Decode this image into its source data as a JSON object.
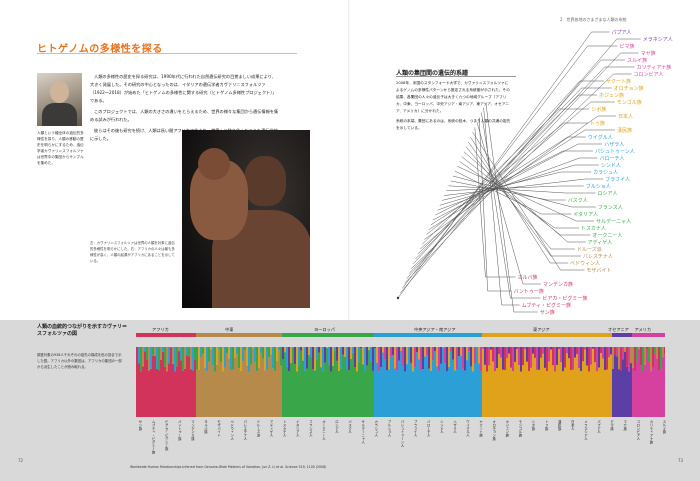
{
  "left_page": {
    "section_title": "ヒトゲノムの多様性を探る",
    "portrait_caption": "人類という種全体の遺伝的多様性を探り、人類の移動の歴史を明らかにするため、遺伝学者カヴァリ＝スフォルツァは世界中の集団からサンプルを集めた。",
    "body_paragraphs": [
      "人類の多様性の歴史を探る研究は、1990年代に行われた自然遺伝研究の目覚ましい成果により、大きく発展した。その研究の中心となったのは、イタリアの遺伝学者カヴァリ＝スフォルツァ（1922〜2018）が始めた「ヒトゲノムの多様性に関する研究（ヒトゲノム多様性プロジェクト）」である。",
      "このプロジェクトでは、人類の大きさの違いをとらえるため、世界の様々な集団から遺伝情報を集める試みが行われた。",
      "彼らはその後も研究を続け、人類は長い間アフリカで生まれ、世界へと移り住んだことを遺伝学的に示した。"
    ],
    "photo_caption": "左：カヴァリ＝スフォルツァは世界の人類を対象に遺伝的多様性を明らかにした。右：アフリカの人々は最も多様性が高く、人類の起源がアフリカにあることを示している。",
    "page_number": "72"
  },
  "right_page": {
    "chapter_head": "2　世界各地のさまざまな人類の系統",
    "tree_title": "人類の集団間の遺伝的系譜",
    "tree_paragraphs": [
      "2008年、米国のスタンフォード大学で、カヴァリ＝スフォルツァによるゲノムの多様性パターンから推定される系統樹が示された。その結果、各集団の人々の遺伝子は大きく六つの地域グループ（アフリカ、中東、ヨーロッパ、中央アジア・南アジア、東アジア、オセアニア、アメリカ）に分かれた。",
      "系統の末端、集団にあるのは、系統の枝木、つまり人類の共通の祖先を示している。"
    ],
    "page_number": "73"
  },
  "tree_labels": [
    {
      "text": "パプア人",
      "color": "#8a3bb8"
    },
    {
      "text": "メラネシア人",
      "color": "#8a3bb8"
    },
    {
      "text": "ピマ族",
      "color": "#d6409f"
    },
    {
      "text": "マヤ族",
      "color": "#d6409f"
    },
    {
      "text": "スルイ族",
      "color": "#d6409f"
    },
    {
      "text": "カリティアナ族",
      "color": "#d6409f"
    },
    {
      "text": "コロンビア人",
      "color": "#d6409f"
    },
    {
      "text": "ヤクート族",
      "color": "#e0a21a"
    },
    {
      "text": "オロチョン族",
      "color": "#e0a21a"
    },
    {
      "text": "ホジェン族",
      "color": "#e0a21a"
    },
    {
      "text": "モンゴル族",
      "color": "#e0a21a"
    },
    {
      "text": "シボ族",
      "color": "#e0a21a"
    },
    {
      "text": "日本人",
      "color": "#e0a21a"
    },
    {
      "text": "トゥ族",
      "color": "#e0a21a"
    },
    {
      "text": "漢民族",
      "color": "#e0a21a"
    },
    {
      "text": "ウイグル人",
      "color": "#2b9fd6"
    },
    {
      "text": "ハザラ人",
      "color": "#2b9fd6"
    },
    {
      "text": "パシュトゥーン人",
      "color": "#2b9fd6"
    },
    {
      "text": "バローチ人",
      "color": "#2b9fd6"
    },
    {
      "text": "シンド人",
      "color": "#2b9fd6"
    },
    {
      "text": "カラシュ人",
      "color": "#2b9fd6"
    },
    {
      "text": "ブラフイ人",
      "color": "#2b9fd6"
    },
    {
      "text": "ブルショ人",
      "color": "#2b9fd6"
    },
    {
      "text": "ロシア人",
      "color": "#3aa64a"
    },
    {
      "text": "バスク人",
      "color": "#3aa64a"
    },
    {
      "text": "フランス人",
      "color": "#3aa64a"
    },
    {
      "text": "イタリア人",
      "color": "#3aa64a"
    },
    {
      "text": "サルデーニャ人",
      "color": "#3aa64a"
    },
    {
      "text": "トスカナ人",
      "color": "#3aa64a"
    },
    {
      "text": "オークニー人",
      "color": "#3aa64a"
    },
    {
      "text": "アディゲ人",
      "color": "#3aa64a"
    },
    {
      "text": "ドルーズ派",
      "color": "#b58a4a"
    },
    {
      "text": "パレスチナ人",
      "color": "#b58a4a"
    },
    {
      "text": "ベドウィン人",
      "color": "#b58a4a"
    },
    {
      "text": "モザバイト",
      "color": "#b58a4a"
    },
    {
      "text": "ヨルバ族",
      "color": "#d1335a"
    },
    {
      "text": "マンデンカ族",
      "color": "#d1335a"
    },
    {
      "text": "バントゥー族",
      "color": "#d1335a"
    },
    {
      "text": "ビアカ・ピグミー族",
      "color": "#d1335a"
    },
    {
      "text": "ムブティ・ピグミー族",
      "color": "#d1335a"
    },
    {
      "text": "サン族",
      "color": "#d1335a"
    }
  ],
  "strip": {
    "title": "人類の血統的つながりを示すカヴァリ＝スフォルツァの図",
    "description": "調査対象の938人それぞれの祖先の構成を色の割合で示した図。アフリカ以外の集団は、アフリカの集団の一部から派生したことが読み取れる。",
    "regions": [
      {
        "name": "アフリカ",
        "color": "#d1335a"
      },
      {
        "name": "中東",
        "color": "#b58a4a"
      },
      {
        "name": "ヨーロッパ",
        "color": "#3aa64a"
      },
      {
        "name": "中央アジア・南アジア",
        "color": "#2b9fd6"
      },
      {
        "name": "東アジア",
        "color": "#e0a21a"
      },
      {
        "name": "オセアニア",
        "color": "#5b3fa6"
      },
      {
        "name": "アメリカ",
        "color": "#d6409f"
      }
    ],
    "populations": [
      "サン族",
      "ムブティ・ピグミー族",
      "ビアカ・ピグミー族",
      "バントゥー族",
      "マンデンカ族",
      "ヨルバ族",
      "モザバイト",
      "ベドウィン人",
      "パレスチナ人",
      "ドルーズ派",
      "アディゲ人",
      "トスカナ人",
      "イタリア人",
      "フランス人",
      "オークニー人",
      "ロシア人",
      "バスク人",
      "サルデーニャ人",
      "カラシュ人",
      "ブルショ人",
      "パシュトゥーン人",
      "ブラフイ人",
      "バローチ人",
      "シンド人",
      "ハザラ人",
      "ウイグル人",
      "ヤクート族",
      "オロチョン族",
      "ホジェン族",
      "モンゴル族",
      "シボ族",
      "トゥ族",
      "漢民族",
      "日本人",
      "メラネシア人",
      "パプア人",
      "ピマ族",
      "マヤ族",
      "コロンビア人",
      "カリティアナ族",
      "スルイ族"
    ],
    "credit": "Worldwide Human Relationships Inferred from Genome-Wide Patterns of Variation, Jun Z. Li et al. Science 319, 1100 (2008)"
  }
}
